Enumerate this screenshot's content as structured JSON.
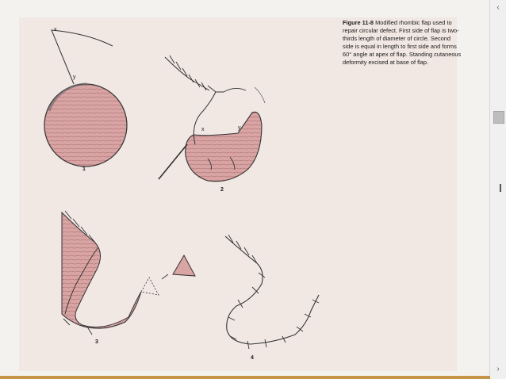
{
  "figure": {
    "title": "Figure 11-8",
    "caption": "Modified rhombic flap used to repair circular defect. First side of flap is two-thirds length of diameter of circle. Second side is equal in length to first side and forms 60° angle at apex of flap. Standing cutaneous deformity excised at base of flap."
  },
  "panels": {
    "p1": "1",
    "p2": "2",
    "p3": "3",
    "p4": "4"
  },
  "labels": {
    "x1": "x",
    "y1": "y",
    "x2": "x",
    "y2": "y"
  },
  "scrollbar": {
    "up_icon": "chevron-up-icon",
    "down_icon": "chevron-down-icon",
    "up": "‹",
    "down": "›"
  },
  "colors": {
    "flap_fill": "#d9a4a4",
    "plate": "#f1e7e3",
    "ink": "#222222"
  }
}
